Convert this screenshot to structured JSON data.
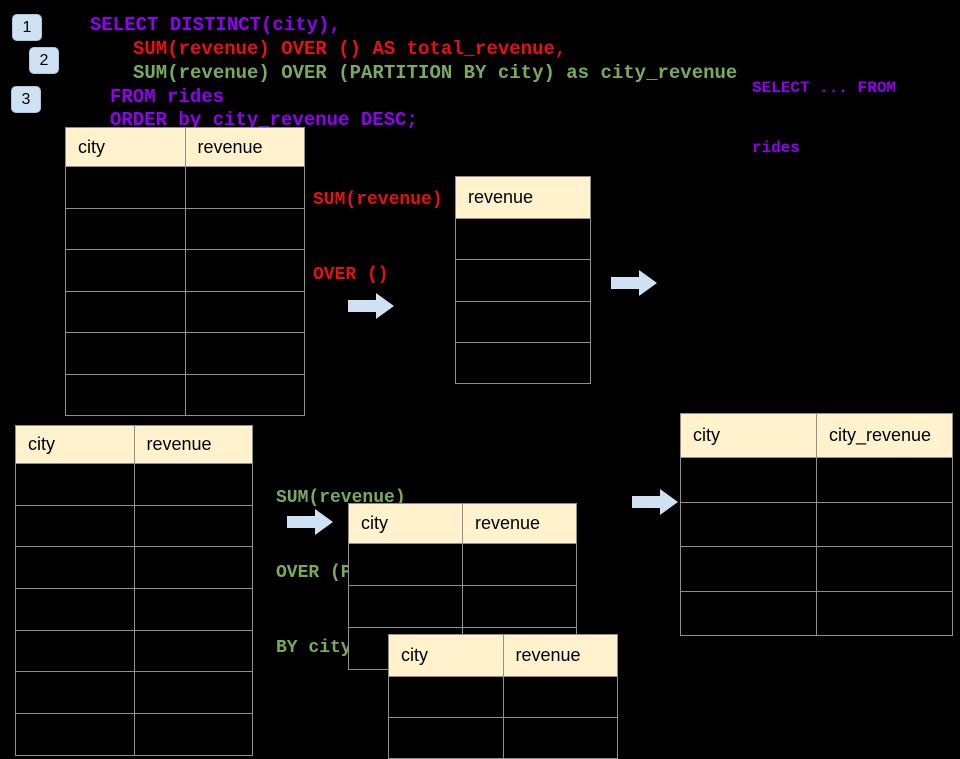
{
  "colors": {
    "background": "#000000",
    "code_purple": "#9100f0",
    "code_red": "#e81010",
    "code_green": "#79ab5e",
    "table_header_bg": "#fff2cc",
    "table_border": "#909090",
    "header_text": "#000000",
    "arrow_fill": "#cfe2f3",
    "badge_bg": "#cfe2f3"
  },
  "badges": [
    "1",
    "2",
    "3"
  ],
  "sql": {
    "line_select": "SELECT DISTINCT(city),",
    "line_total": "SUM(revenue) OVER () AS total_revenue,",
    "line_partition": "SUM(revenue) OVER (PARTITION BY city) as city_revenue",
    "line_from": "FROM rides",
    "line_order": "ORDER by city_revenue DESC;"
  },
  "note": {
    "line1": "SELECT ... FROM",
    "line2": "rides"
  },
  "annotation_total": {
    "line1": "SUM(revenue)",
    "line2": "OVER ()"
  },
  "annotation_partition": {
    "line1": "SUM(revenue)",
    "line2": "OVER (PARTITION",
    "line3": "BY city)"
  },
  "tables": {
    "source_top": {
      "headers": [
        "city",
        "revenue"
      ],
      "rows": 6
    },
    "total_result": {
      "headers": [
        "revenue"
      ],
      "rows": 4
    },
    "source_bottom": {
      "headers": [
        "city",
        "revenue"
      ],
      "rows": 7
    },
    "partition_mid": {
      "headers": [
        "city",
        "revenue"
      ],
      "rows": 3
    },
    "partition_overlay": {
      "headers": [
        "city",
        "revenue"
      ],
      "rows": 2
    },
    "city_revenue_result": {
      "headers": [
        "city",
        "city_revenue"
      ],
      "rows": 4
    }
  }
}
